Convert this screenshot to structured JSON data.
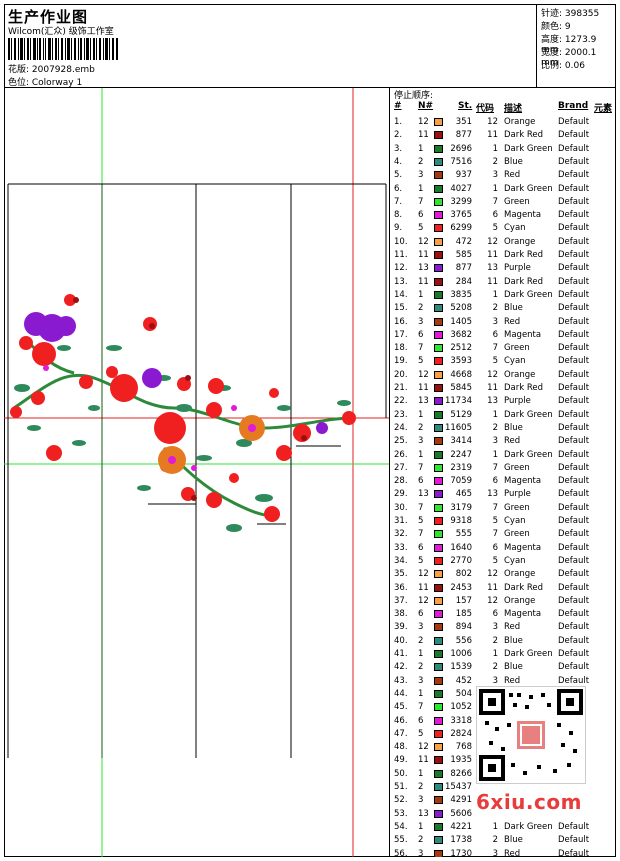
{
  "header": {
    "title": "生产作业图",
    "subtitle": "Wilcom(汇众) 级饰工作室",
    "file_label": "花版: 2007928.emb",
    "colorway_label": "色位: Colorway 1"
  },
  "stats": {
    "stitches": "针迹: 398355",
    "colors": "颜色: 9",
    "height": "高度: 1273.9 mm",
    "width": "宽度: 2000.1 mm",
    "scale": "比例: 0.06"
  },
  "list": {
    "title": "停止顺序:",
    "headers": {
      "num": "#",
      "n": "N#",
      "st": "St.",
      "code": "代码",
      "desc": "描述",
      "brand": "Brand",
      "elem": "元素"
    },
    "rows": [
      {
        "i": "1.",
        "n": "12",
        "c": "#f7a04a",
        "st": "351",
        "code": "12",
        "desc": "Orange",
        "brand": "Default"
      },
      {
        "i": "2.",
        "n": "11",
        "c": "#9a1010",
        "st": "877",
        "code": "11",
        "desc": "Dark Red",
        "brand": "Default"
      },
      {
        "i": "3.",
        "n": "1",
        "c": "#1a7a2a",
        "st": "2696",
        "code": "1",
        "desc": "Dark Green",
        "brand": "Default"
      },
      {
        "i": "4.",
        "n": "2",
        "c": "#2e8a7a",
        "st": "7516",
        "code": "2",
        "desc": "Blue",
        "brand": "Default"
      },
      {
        "i": "5.",
        "n": "3",
        "c": "#a33a10",
        "st": "937",
        "code": "3",
        "desc": "Red",
        "brand": "Default"
      },
      {
        "i": "6.",
        "n": "1",
        "c": "#1a7a2a",
        "st": "4027",
        "code": "1",
        "desc": "Dark Green",
        "brand": "Default"
      },
      {
        "i": "7.",
        "n": "7",
        "c": "#2ee62e",
        "st": "3299",
        "code": "7",
        "desc": "Green",
        "brand": "Default"
      },
      {
        "i": "8.",
        "n": "6",
        "c": "#e01ad8",
        "st": "3765",
        "code": "6",
        "desc": "Magenta",
        "brand": "Default"
      },
      {
        "i": "9.",
        "n": "5",
        "c": "#f02020",
        "st": "6299",
        "code": "5",
        "desc": "Cyan",
        "brand": "Default"
      },
      {
        "i": "10.",
        "n": "12",
        "c": "#f7a04a",
        "st": "472",
        "code": "12",
        "desc": "Orange",
        "brand": "Default"
      },
      {
        "i": "11.",
        "n": "11",
        "c": "#9a1010",
        "st": "585",
        "code": "11",
        "desc": "Dark Red",
        "brand": "Default"
      },
      {
        "i": "12.",
        "n": "13",
        "c": "#8a1ad0",
        "st": "877",
        "code": "13",
        "desc": "Purple",
        "brand": "Default"
      },
      {
        "i": "13.",
        "n": "11",
        "c": "#9a1010",
        "st": "284",
        "code": "11",
        "desc": "Dark Red",
        "brand": "Default"
      },
      {
        "i": "14.",
        "n": "1",
        "c": "#1a7a2a",
        "st": "3835",
        "code": "1",
        "desc": "Dark Green",
        "brand": "Default"
      },
      {
        "i": "15.",
        "n": "2",
        "c": "#2e8a7a",
        "st": "5208",
        "code": "2",
        "desc": "Blue",
        "brand": "Default"
      },
      {
        "i": "16.",
        "n": "3",
        "c": "#a33a10",
        "st": "1405",
        "code": "3",
        "desc": "Red",
        "brand": "Default"
      },
      {
        "i": "17.",
        "n": "6",
        "c": "#e01ad8",
        "st": "3682",
        "code": "6",
        "desc": "Magenta",
        "brand": "Default"
      },
      {
        "i": "18.",
        "n": "7",
        "c": "#2ee62e",
        "st": "2512",
        "code": "7",
        "desc": "Green",
        "brand": "Default"
      },
      {
        "i": "19.",
        "n": "5",
        "c": "#f02020",
        "st": "3593",
        "code": "5",
        "desc": "Cyan",
        "brand": "Default"
      },
      {
        "i": "20.",
        "n": "12",
        "c": "#f7a04a",
        "st": "4668",
        "code": "12",
        "desc": "Orange",
        "brand": "Default"
      },
      {
        "i": "21.",
        "n": "11",
        "c": "#9a1010",
        "st": "5845",
        "code": "11",
        "desc": "Dark Red",
        "brand": "Default"
      },
      {
        "i": "22.",
        "n": "13",
        "c": "#8a1ad0",
        "st": "11734",
        "code": "13",
        "desc": "Purple",
        "brand": "Default"
      },
      {
        "i": "23.",
        "n": "1",
        "c": "#1a7a2a",
        "st": "5129",
        "code": "1",
        "desc": "Dark Green",
        "brand": "Default"
      },
      {
        "i": "24.",
        "n": "2",
        "c": "#2e8a7a",
        "st": "11605",
        "code": "2",
        "desc": "Blue",
        "brand": "Default"
      },
      {
        "i": "25.",
        "n": "3",
        "c": "#a33a10",
        "st": "3414",
        "code": "3",
        "desc": "Red",
        "brand": "Default"
      },
      {
        "i": "26.",
        "n": "1",
        "c": "#1a7a2a",
        "st": "2247",
        "code": "1",
        "desc": "Dark Green",
        "brand": "Default"
      },
      {
        "i": "27.",
        "n": "7",
        "c": "#2ee62e",
        "st": "2319",
        "code": "7",
        "desc": "Green",
        "brand": "Default"
      },
      {
        "i": "28.",
        "n": "6",
        "c": "#e01ad8",
        "st": "7059",
        "code": "6",
        "desc": "Magenta",
        "brand": "Default"
      },
      {
        "i": "29.",
        "n": "13",
        "c": "#8a1ad0",
        "st": "465",
        "code": "13",
        "desc": "Purple",
        "brand": "Default"
      },
      {
        "i": "30.",
        "n": "7",
        "c": "#2ee62e",
        "st": "3179",
        "code": "7",
        "desc": "Green",
        "brand": "Default"
      },
      {
        "i": "31.",
        "n": "5",
        "c": "#f02020",
        "st": "9318",
        "code": "5",
        "desc": "Cyan",
        "brand": "Default"
      },
      {
        "i": "32.",
        "n": "7",
        "c": "#2ee62e",
        "st": "555",
        "code": "7",
        "desc": "Green",
        "brand": "Default"
      },
      {
        "i": "33.",
        "n": "6",
        "c": "#e01ad8",
        "st": "1640",
        "code": "6",
        "desc": "Magenta",
        "brand": "Default"
      },
      {
        "i": "34.",
        "n": "5",
        "c": "#f02020",
        "st": "2770",
        "code": "5",
        "desc": "Cyan",
        "brand": "Default"
      },
      {
        "i": "35.",
        "n": "12",
        "c": "#f7a04a",
        "st": "802",
        "code": "12",
        "desc": "Orange",
        "brand": "Default"
      },
      {
        "i": "36.",
        "n": "11",
        "c": "#9a1010",
        "st": "2453",
        "code": "11",
        "desc": "Dark Red",
        "brand": "Default"
      },
      {
        "i": "37.",
        "n": "12",
        "c": "#f7a04a",
        "st": "157",
        "code": "12",
        "desc": "Orange",
        "brand": "Default"
      },
      {
        "i": "38.",
        "n": "6",
        "c": "#e01ad8",
        "st": "185",
        "code": "6",
        "desc": "Magenta",
        "brand": "Default"
      },
      {
        "i": "39.",
        "n": "3",
        "c": "#a33a10",
        "st": "894",
        "code": "3",
        "desc": "Red",
        "brand": "Default"
      },
      {
        "i": "40.",
        "n": "2",
        "c": "#2e8a7a",
        "st": "556",
        "code": "2",
        "desc": "Blue",
        "brand": "Default"
      },
      {
        "i": "41.",
        "n": "1",
        "c": "#1a7a2a",
        "st": "1006",
        "code": "1",
        "desc": "Dark Green",
        "brand": "Default"
      },
      {
        "i": "42.",
        "n": "2",
        "c": "#2e8a7a",
        "st": "1539",
        "code": "2",
        "desc": "Blue",
        "brand": "Default"
      },
      {
        "i": "43.",
        "n": "3",
        "c": "#a33a10",
        "st": "452",
        "code": "3",
        "desc": "Red",
        "brand": "Default"
      },
      {
        "i": "44.",
        "n": "1",
        "c": "#1a7a2a",
        "st": "504",
        "code": "",
        "desc": "",
        "brand": ""
      },
      {
        "i": "45.",
        "n": "7",
        "c": "#2ee62e",
        "st": "1052",
        "code": "",
        "desc": "",
        "brand": ""
      },
      {
        "i": "46.",
        "n": "6",
        "c": "#e01ad8",
        "st": "3318",
        "code": "",
        "desc": "",
        "brand": ""
      },
      {
        "i": "47.",
        "n": "5",
        "c": "#f02020",
        "st": "2824",
        "code": "",
        "desc": "",
        "brand": ""
      },
      {
        "i": "48.",
        "n": "12",
        "c": "#f7a04a",
        "st": "768",
        "code": "",
        "desc": "",
        "brand": ""
      },
      {
        "i": "49.",
        "n": "11",
        "c": "#9a1010",
        "st": "1935",
        "code": "",
        "desc": "",
        "brand": ""
      },
      {
        "i": "50.",
        "n": "1",
        "c": "#1a7a2a",
        "st": "8266",
        "code": "",
        "desc": "",
        "brand": ""
      },
      {
        "i": "51.",
        "n": "2",
        "c": "#2e8a7a",
        "st": "15437",
        "code": "",
        "desc": "",
        "brand": ""
      },
      {
        "i": "52.",
        "n": "3",
        "c": "#a33a10",
        "st": "4291",
        "code": "",
        "desc": "",
        "brand": ""
      },
      {
        "i": "53.",
        "n": "13",
        "c": "#8a1ad0",
        "st": "5606",
        "code": "",
        "desc": "",
        "brand": ""
      },
      {
        "i": "54.",
        "n": "1",
        "c": "#1a7a2a",
        "st": "4221",
        "code": "1",
        "desc": "Dark Green",
        "brand": "Default"
      },
      {
        "i": "55.",
        "n": "2",
        "c": "#2e8a7a",
        "st": "1738",
        "code": "2",
        "desc": "Blue",
        "brand": "Default"
      },
      {
        "i": "56.",
        "n": "3",
        "c": "#a33a10",
        "st": "1730",
        "code": "3",
        "desc": "Red",
        "brand": "Default"
      }
    ]
  },
  "watermark": {
    "text": "6xiu.com"
  }
}
